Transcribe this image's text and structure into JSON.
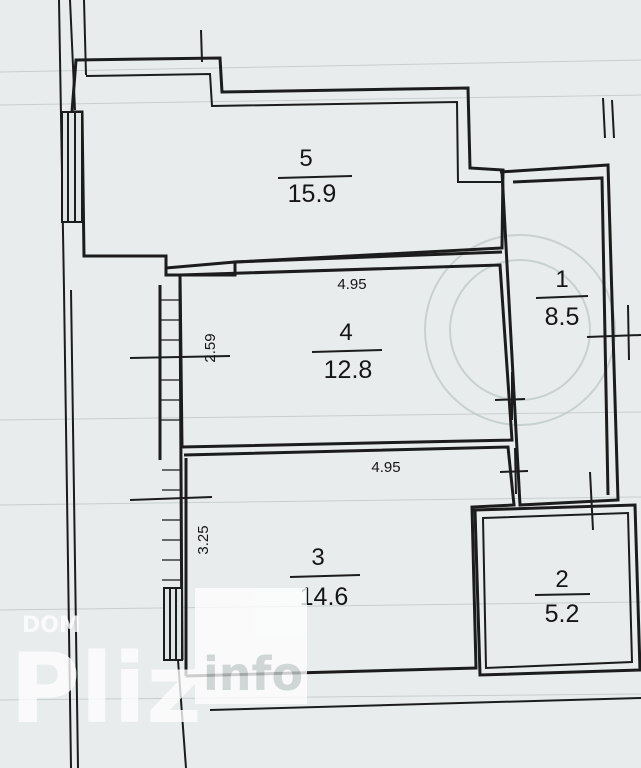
{
  "rooms": [
    {
      "number": "5",
      "area": "15.9"
    },
    {
      "number": "4",
      "area": "12.8"
    },
    {
      "number": "1",
      "area": "8.5"
    },
    {
      "number": "3",
      "area": "14.6"
    },
    {
      "number": "2",
      "area": "5.2"
    }
  ],
  "dimensions": {
    "room4_width": "4.95",
    "room4_depth": "2.59",
    "room3_width": "4.95",
    "room3_depth": "3.25"
  },
  "watermark": {
    "brand_main": "Pliz",
    "brand_suffix": "info",
    "brand_small": "DOM"
  },
  "colors": {
    "background": "#e9ecec",
    "wall_line": "#1c1c1c",
    "watermark": "#ffffff"
  }
}
